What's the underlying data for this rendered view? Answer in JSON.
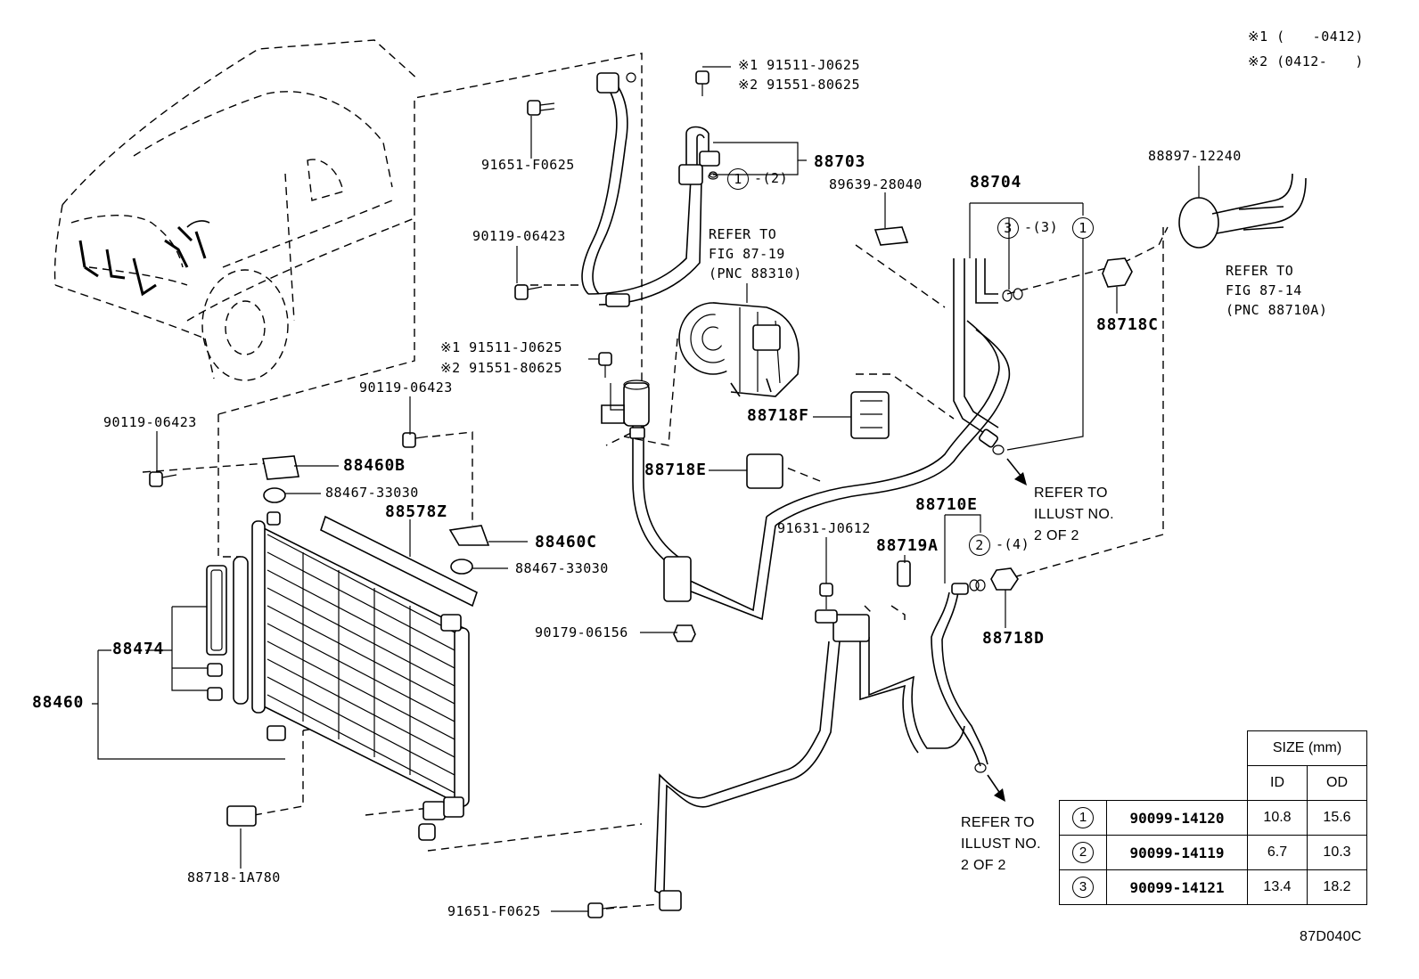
{
  "legend": {
    "note1": "※1 (　　-0412)",
    "note2": "※2 (0412-　　)"
  },
  "labels": {
    "bolt_top_1": "※1 91511-J0625",
    "bolt_top_2": "※2 91551-80625",
    "p91651_top": "91651-F0625",
    "p88703": "88703",
    "p88703_oring": "-(2)",
    "p88703_circle": "1",
    "p89639": "89639-28040",
    "p90119_a": "90119-06423",
    "refer_87_19_a": "REFER TO",
    "refer_87_19_b": "FIG 87-19",
    "refer_87_19_c": "(PNC 88310)",
    "p88704": "88704",
    "p88704_circle3": "3",
    "p88704_oring": "-(3)",
    "p88704_circle1": "1",
    "p88897": "88897-12240",
    "refer_87_14_a": "REFER TO",
    "refer_87_14_b": "FIG 87-14",
    "refer_87_14_c": "(PNC 88710A)",
    "p88718C": "88718C",
    "bolt_mid_1": "※1 91511-J0625",
    "bolt_mid_2": "※2 91551-80625",
    "p90119_b": "90119-06423",
    "p90119_c": "90119-06423",
    "p88718F": "88718F",
    "p88460B": "88460B",
    "p88467_a": "88467-33030",
    "p88578Z": "88578Z",
    "p88718E": "88718E",
    "refer_illust_a1": "REFER TO",
    "refer_illust_a2": "ILLUST NO.",
    "refer_illust_a3": "2 OF 2",
    "p88710E": "88710E",
    "p91631": "91631-J0612",
    "p88719A": "88719A",
    "p88710E_circle": "2",
    "p88710E_oring": "-(4)",
    "p88460C": "88460C",
    "p88467_b": "88467-33030",
    "p88474": "88474",
    "p88460": "88460",
    "p90179": "90179-06156",
    "p88718D": "88718D",
    "refer_illust_b1": "REFER TO",
    "refer_illust_b2": "ILLUST NO.",
    "refer_illust_b3": "2 OF 2",
    "p88718_1A780": "88718-1A780",
    "p91651_bottom": "91651-F0625",
    "figure_code": "87D040C"
  },
  "size_table": {
    "header": "SIZE (mm)",
    "col_id": "ID",
    "col_od": "OD",
    "rows": [
      {
        "ref": "1",
        "part": "90099-14120",
        "id": "10.8",
        "od": "15.6"
      },
      {
        "ref": "2",
        "part": "90099-14119",
        "id": "6.7",
        "od": "10.3"
      },
      {
        "ref": "3",
        "part": "90099-14121",
        "id": "13.4",
        "od": "18.2"
      }
    ]
  }
}
